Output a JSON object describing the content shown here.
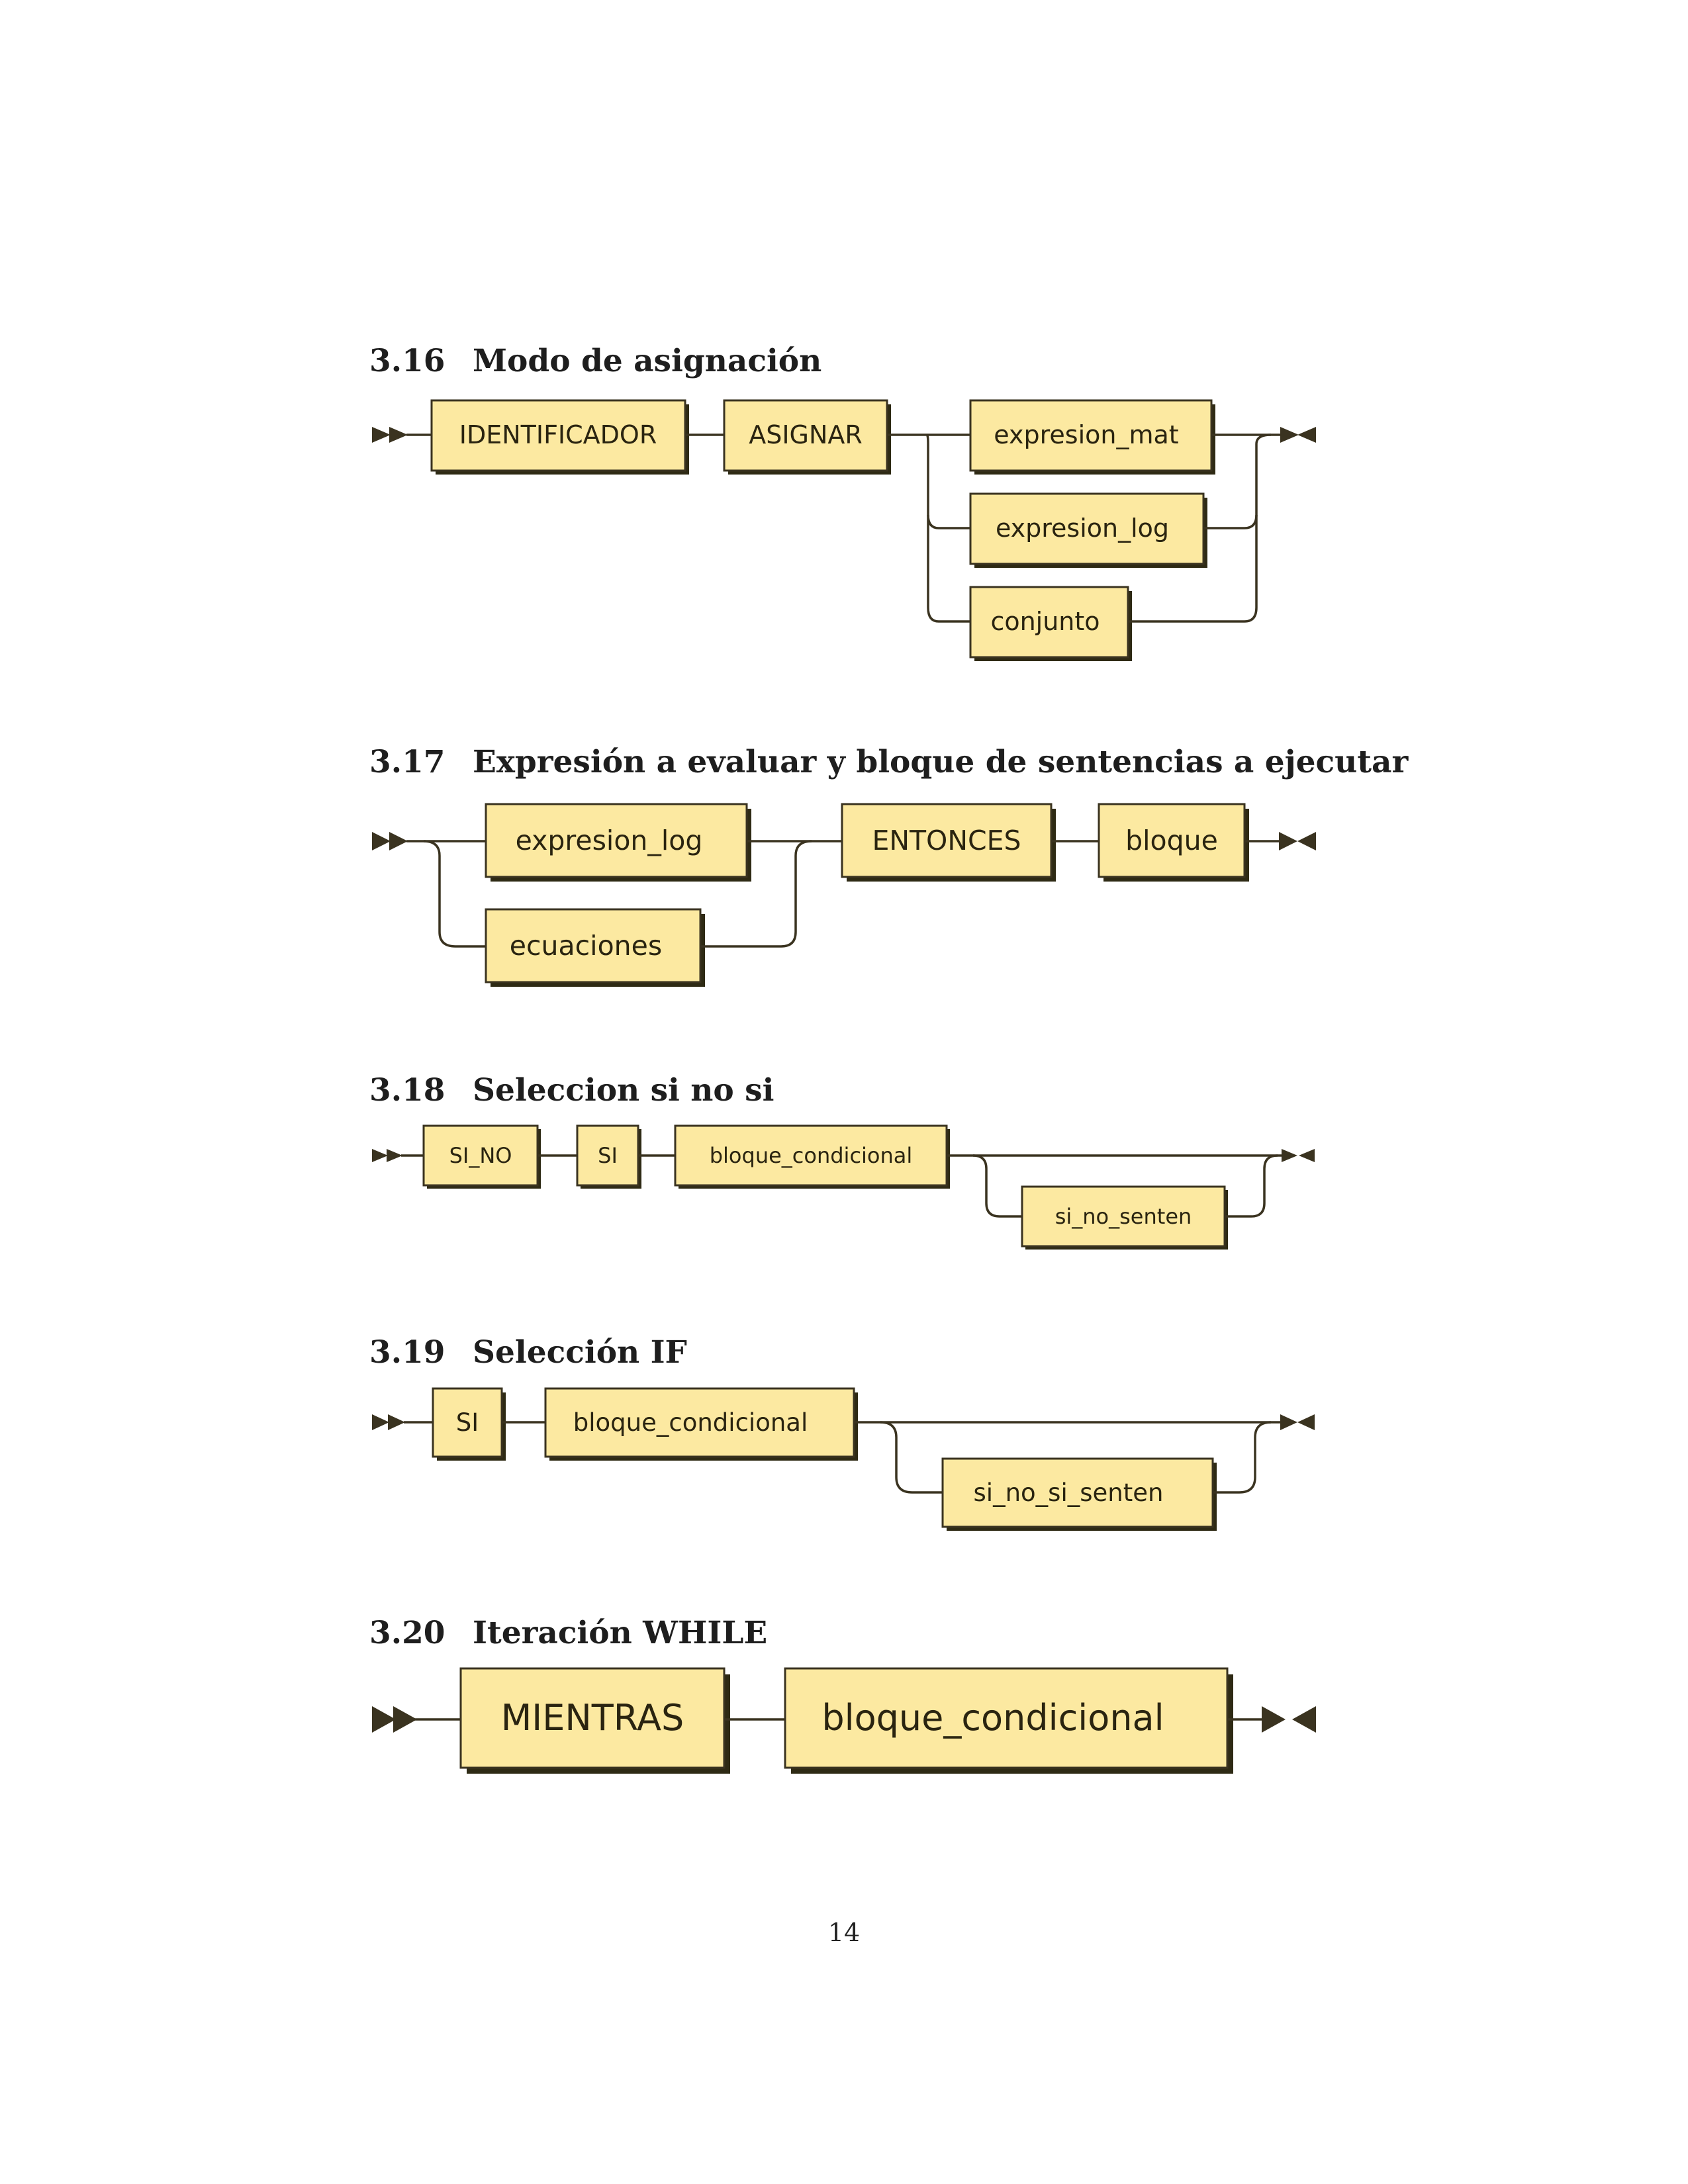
{
  "sections": [
    {
      "number": "3.16",
      "title": "Modo de asignación",
      "nodes": [
        "IDENTIFICADOR",
        "ASIGNAR",
        "expresion_mat",
        "expresion_log",
        "conjunto"
      ]
    },
    {
      "number": "3.17",
      "title": "Expresión a evaluar y bloque de sentencias a ejecutar",
      "nodes": [
        "expresion_log",
        "ecuaciones",
        "ENTONCES",
        "bloque"
      ]
    },
    {
      "number": "3.18",
      "title": "Seleccion si no si",
      "nodes": [
        "SI_NO",
        "SI",
        "bloque_condicional",
        "si_no_senten"
      ]
    },
    {
      "number": "3.19",
      "title": "Selección IF",
      "nodes": [
        "SI",
        "bloque_condicional",
        "si_no_si_senten"
      ]
    },
    {
      "number": "3.20",
      "title": "Iteración WHILE",
      "nodes": [
        "MIENTRAS",
        "bloque_condicional"
      ]
    }
  ],
  "page_number": "14",
  "colors": {
    "box_fill": "#fce9a1",
    "stroke": "#3a3320",
    "shadow": "#2e2a14"
  }
}
